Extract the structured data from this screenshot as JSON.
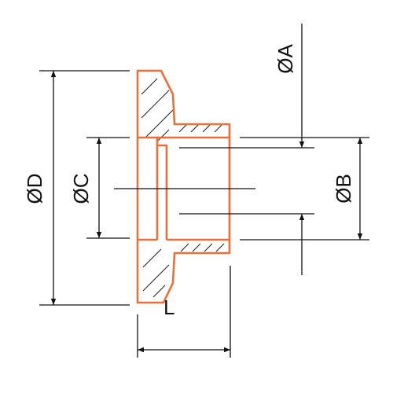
{
  "labels": {
    "dia_a": "ØA",
    "dia_b": "ØB",
    "dia_c": "ØC",
    "dia_d": "ØD",
    "length": "L"
  },
  "colors": {
    "outline": "#e8703a",
    "lines": "#111111",
    "background": "#ffffff"
  }
}
